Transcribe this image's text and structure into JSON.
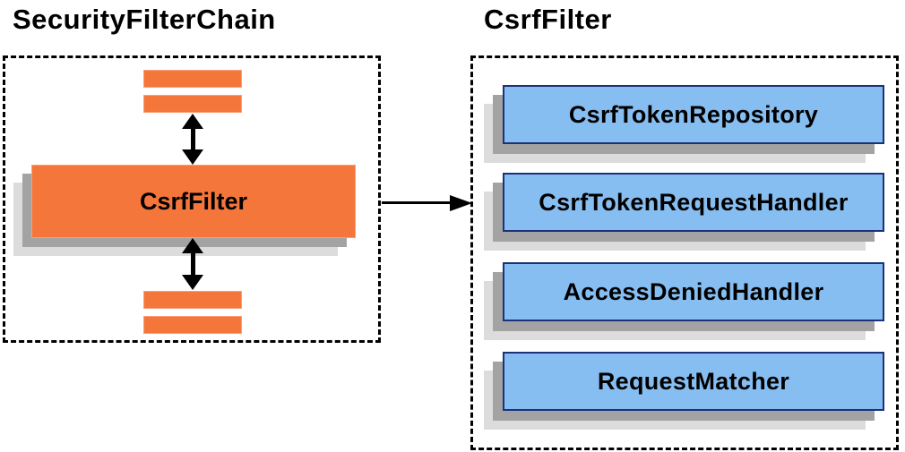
{
  "left_panel": {
    "title": "SecurityFilterChain",
    "filter_label": "CsrfFilter"
  },
  "right_panel": {
    "title": "CsrfFilter",
    "components": [
      "CsrfTokenRepository",
      "CsrfTokenRequestHandler",
      "AccessDeniedHandler",
      "RequestMatcher"
    ]
  },
  "colors": {
    "orange": "#F4763B",
    "orange_border": "#F7A076",
    "blue_fill": "#87BEF2",
    "blue_border": "#1B3278",
    "shadow_dark": "#A3A3A3",
    "shadow_light": "#DCDCDC"
  }
}
